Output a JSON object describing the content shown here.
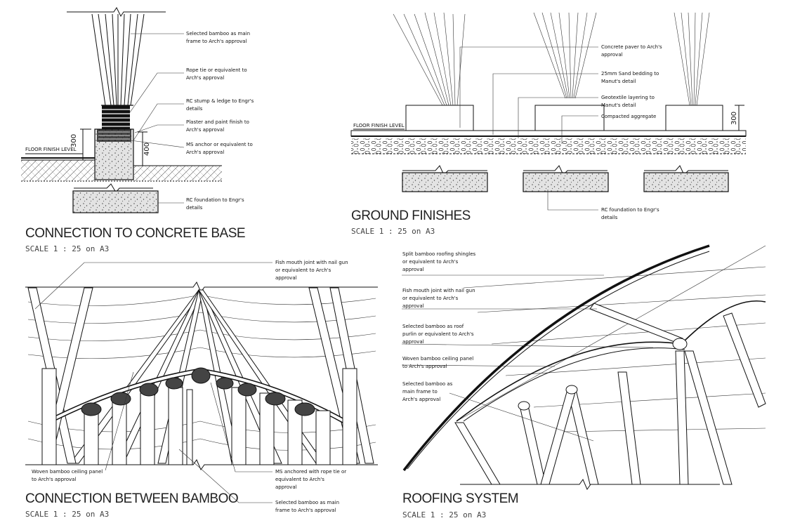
{
  "panels": {
    "concrete_base": {
      "title": "CONNECTION TO CONCRETE BASE",
      "scale": "SCALE  1  :  25  on  A3",
      "level_label": "FLOOR FINISH LEVEL",
      "dim_300": "300",
      "dim_400": "400",
      "callouts": [
        [
          "Selected bamboo as main",
          "frame to Arch's approval"
        ],
        [
          "Rope tie or equivalent to",
          "Arch's approval"
        ],
        [
          "RC stump & ledge to Engr's",
          "details"
        ],
        [
          "Plaster and paint finish to",
          "Arch's approval"
        ],
        [
          "MS anchor or equivalent to",
          "Arch's approval"
        ],
        [
          "RC foundation to Engr's",
          "details"
        ]
      ]
    },
    "ground_finishes": {
      "title": "GROUND FINISHES",
      "scale": "SCALE  1  :  25  on  A3",
      "level_label": "FLOOR FINISH LEVEL",
      "dim_300": "300",
      "callouts": [
        [
          "Concrete paver to Arch's",
          "approval"
        ],
        [
          "25mm Sand bedding to",
          "Manut's detail"
        ],
        [
          "Geotextile layering to",
          "Manut's detail"
        ],
        [
          "Compacted aggregate"
        ],
        [
          "RC foundation to Engr's",
          "details"
        ]
      ]
    },
    "bamboo_connection": {
      "title": "CONNECTION BETWEEN BAMBOO",
      "scale": "SCALE  1  :  25  on  A3",
      "callouts": [
        [
          "Fish mouth joint with nail gun",
          "or equivalent to Arch's",
          "approval"
        ],
        [
          "Woven bamboo ceiling panel",
          "to Arch's approval"
        ],
        [
          "MS anchored with rope tie or",
          "equivalent to Arch's",
          "approval"
        ],
        [
          "Selected bamboo as main",
          "frame to Arch's approval"
        ]
      ]
    },
    "roofing": {
      "title": "ROOFING SYSTEM",
      "scale": "SCALE  1  :  25  on  A3",
      "callouts": [
        [
          "Split bamboo roofing shingles",
          "or equivalent to Arch's",
          "approval"
        ],
        [
          "Fish mouth joint with nail gun",
          "or equivalent to Arch's",
          "approval"
        ],
        [
          "Selected bamboo as roof",
          "purlin or equivalent to Arch's",
          "approval"
        ],
        [
          "Woven bamboo ceiling panel",
          "to Arch's approval"
        ],
        [
          "Selected bamboo as",
          "main frame to",
          "Arch's approval"
        ]
      ]
    }
  }
}
